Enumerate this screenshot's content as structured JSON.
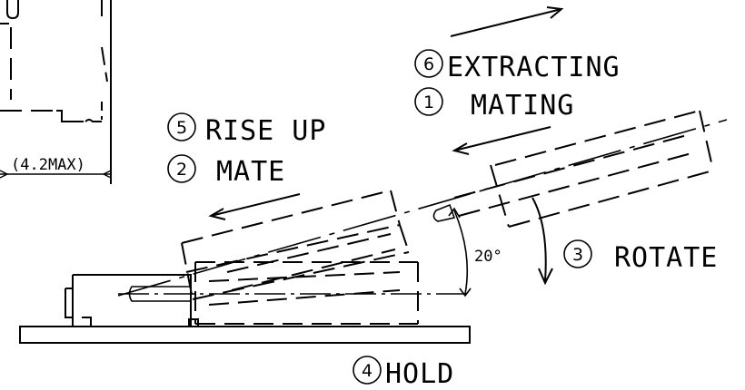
{
  "labels": {
    "extracting": "EXTRACTING",
    "mating": "MATING",
    "rise_up": "RISE UP",
    "mate": "MATE",
    "rotate": "ROTATE",
    "hold": "HOLD",
    "dimension": "(4.2MAX)",
    "angle": "20°"
  },
  "step_numbers": {
    "extracting": "6",
    "mating": "1",
    "rise_up": "5",
    "mate": "2",
    "rotate": "3",
    "hold": "4"
  },
  "colors": {
    "ink": "#000000",
    "background": "#ffffff"
  }
}
